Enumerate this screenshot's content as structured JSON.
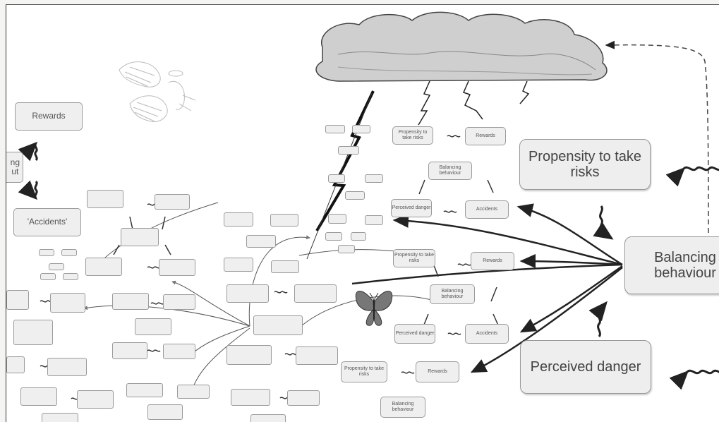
{
  "diagram": {
    "primary": {
      "propensity": "Propensity to take risks",
      "balancing": "Balancing behaviour",
      "perceived": "Perceived danger"
    },
    "left_cluster": {
      "rewards": "Rewards",
      "accidents": "'Accidents'",
      "cut_fragment": "ng\nut"
    },
    "cluster_top_right": {
      "propensity": "Propensity to take risks",
      "rewards": "Rewards",
      "balancing": "Balancing behaviour",
      "perceived": "Perceived danger",
      "accidents": "Accidents"
    },
    "cluster_mid_right": {
      "propensity": "Propensity to take risks",
      "rewards": "Rewards",
      "balancing": "Balancing behaviour",
      "perceived": "Perceived danger",
      "accidents": "Accidents"
    },
    "cluster_bottom_center": {
      "propensity": "Propensity to take risks",
      "rewards": "Rewards",
      "balancing": "Balancing behaviour"
    }
  }
}
